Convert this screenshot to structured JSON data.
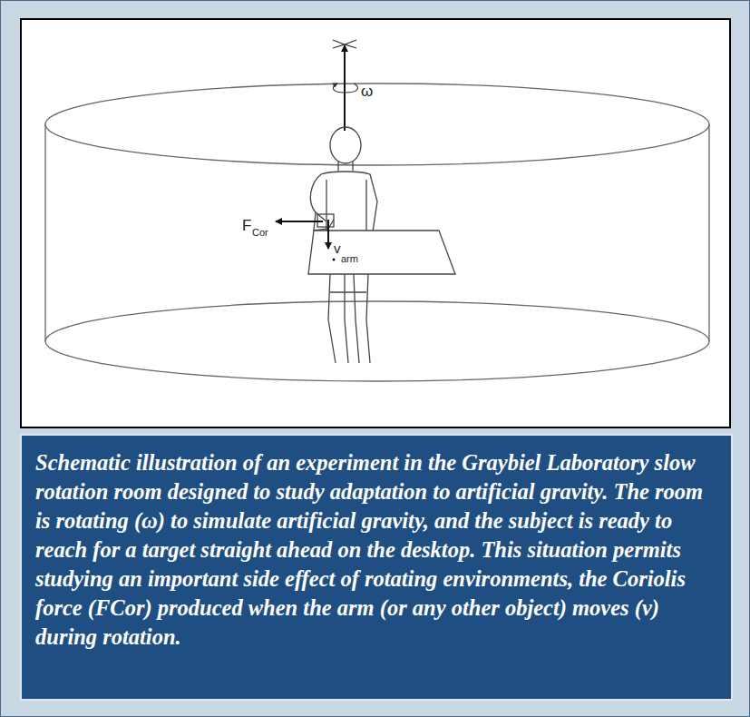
{
  "diagram": {
    "caption": "Schematic illustration of an experiment in the Graybiel Laboratory slow rotation room designed to study adaptation to artificial gravity. The room is rotating (ω) to simulate artificial gravity, and the subject is ready to reach for a target straight ahead on the desktop. This situation permits studying an important side effect of rotating environments, the Coriolis force (FCor) produced when the arm (or any other object) moves (v) during rotation.",
    "labels": [
      "ω",
      "F",
      "Cor",
      "v",
      "arm"
    ]
  }
}
